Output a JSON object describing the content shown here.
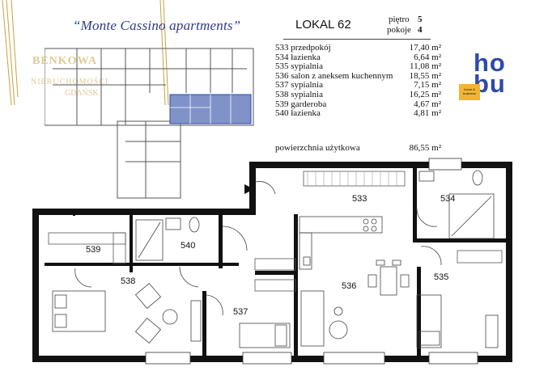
{
  "header": {
    "title": "“Monte Cassino apartments”",
    "lokal": "LOKAL 62",
    "pietro_label": "piętro",
    "pietro_value": "5",
    "pokoje_label": "pokoje",
    "pokoje_value": "4"
  },
  "rooms": [
    {
      "name": "533 przedpokój",
      "area": "17,40 m²"
    },
    {
      "name": "534 łazienka",
      "area": "6,64 m²"
    },
    {
      "name": "535 sypialnia",
      "area": "11,08 m²"
    },
    {
      "name": "536 salon z aneksem kuchennym",
      "area": "18,55 m²"
    },
    {
      "name": "537 sypialnia",
      "area": "7,15 m²"
    },
    {
      "name": "538 sypialnia",
      "area": "16,25 m²"
    },
    {
      "name": "539 garderoba",
      "area": "4,67 m²"
    },
    {
      "name": "540 łazienka",
      "area": "4,81 m²"
    }
  ],
  "total": {
    "label": "powierzchnia użytkowa",
    "value": "86,55 m²"
  },
  "plan_labels": {
    "r533": "533",
    "r534": "534",
    "r535": "535",
    "r536": "536",
    "r537": "537",
    "r538": "538",
    "r539": "539",
    "r540": "540"
  },
  "logo": {
    "text1": "ho",
    "text2": "bu",
    "badge": "home & business",
    "color": "#2e4aa8"
  },
  "watermark": {
    "line1": "BENKOWA",
    "line2": "NIERUCHOMOŚCI",
    "line3": "GDAŃSK"
  }
}
